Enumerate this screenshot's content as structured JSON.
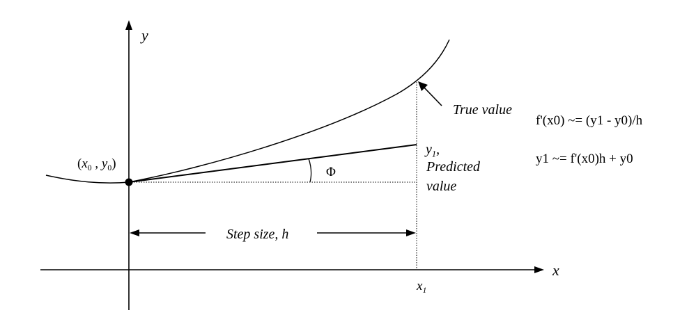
{
  "axes": {
    "x_label": "x",
    "y_label": "y"
  },
  "labels": {
    "point_open": "(",
    "point_x": "x",
    "point_x_sub": "0",
    "point_comma": " , ",
    "point_y": "y",
    "point_y_sub": "0",
    "point_close": ")",
    "angle": "Φ",
    "true_value": "True value",
    "predicted_y": "y",
    "predicted_y_sub": "1",
    "predicted_comma": ",",
    "predicted_line1": "Predicted",
    "predicted_line2": "value",
    "step_size": "Step size, h",
    "x1": "x",
    "x1_sub": "1"
  },
  "equations": {
    "slope": "f'(x0) ~= (y1 - y0)/h",
    "update": "y1 ~= f'(x0)h + y0"
  },
  "colors": {
    "ink": "#000000",
    "background": "#ffffff"
  }
}
